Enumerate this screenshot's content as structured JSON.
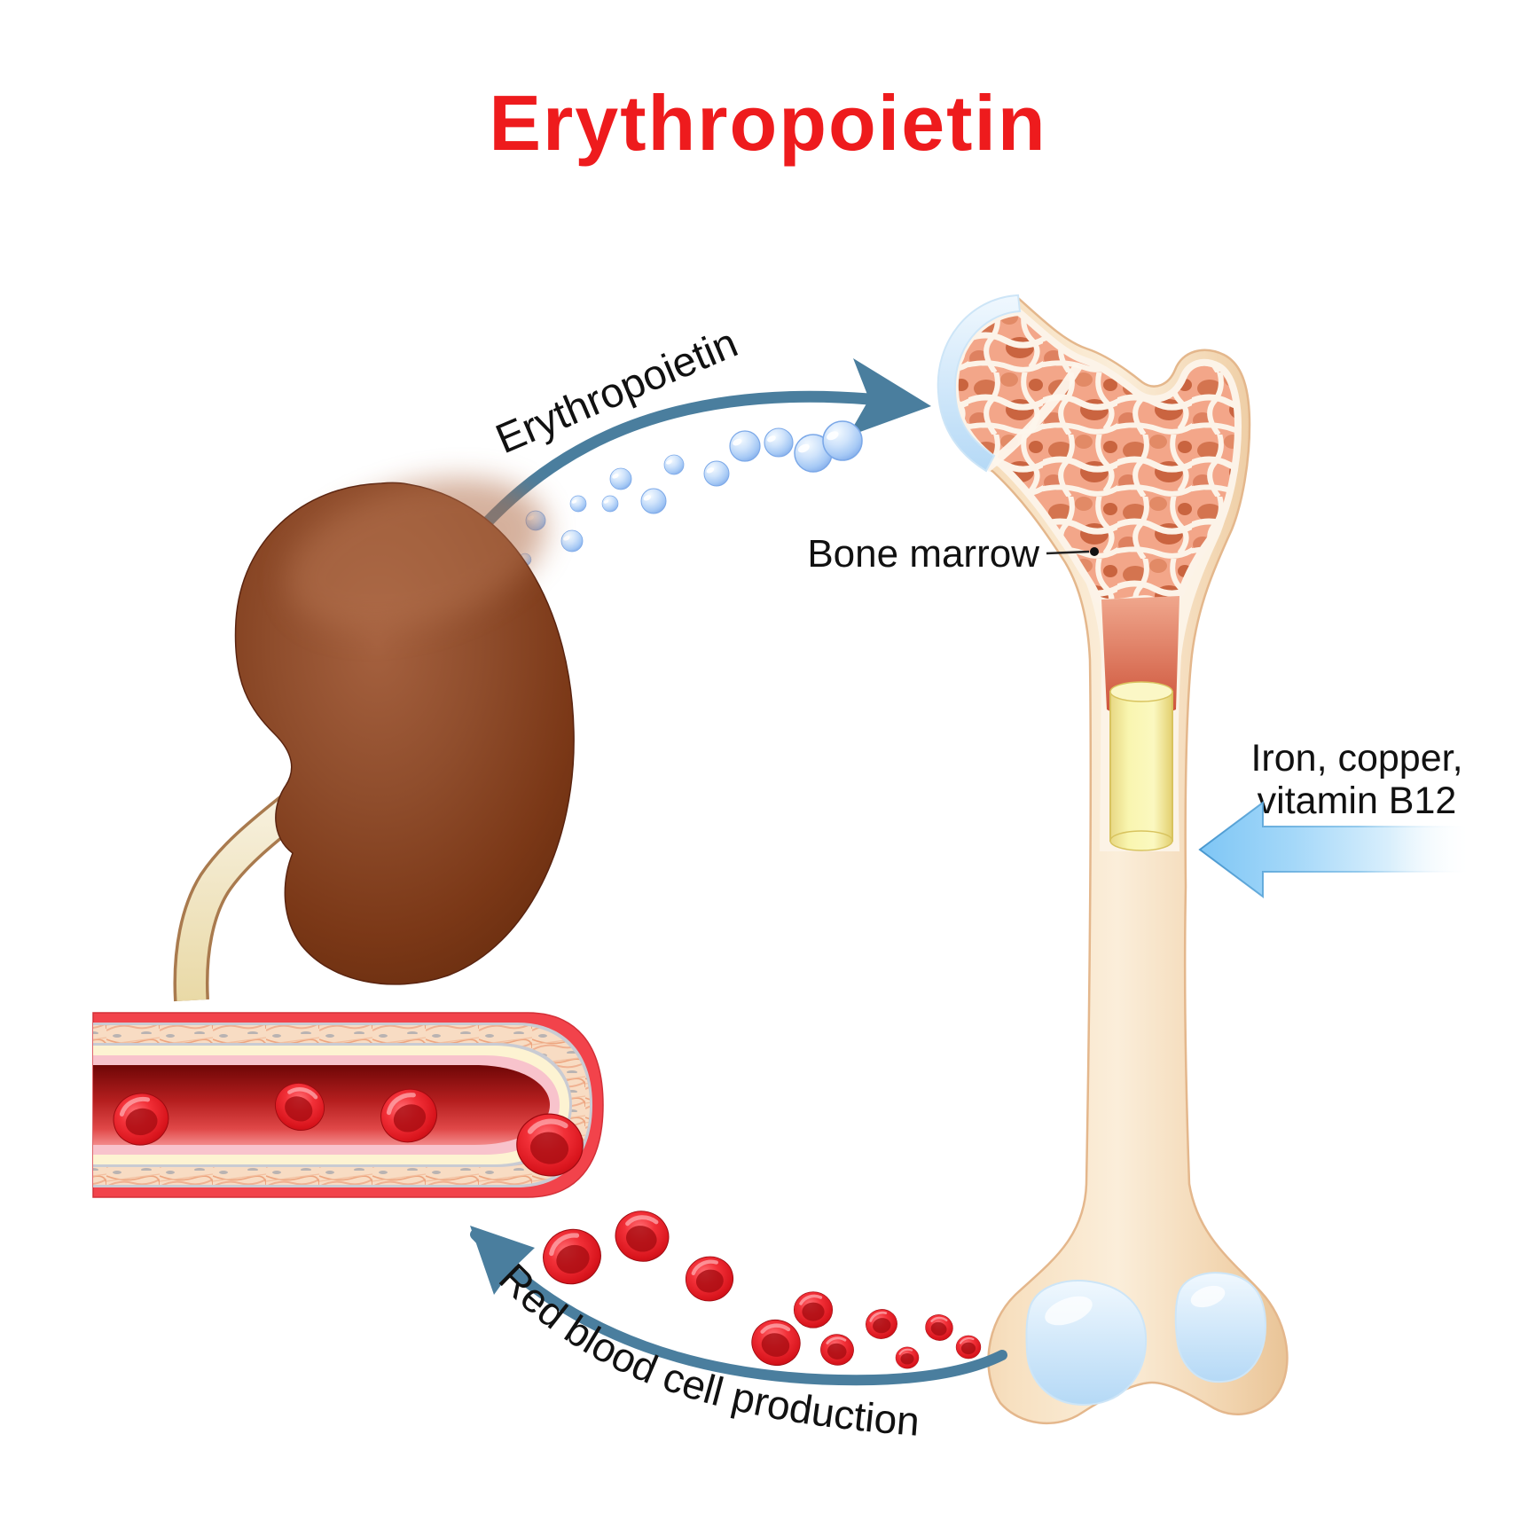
{
  "title": {
    "text": "Erythropoietin",
    "color": "#ee1b1d"
  },
  "labels": {
    "epo_arrow": "Erythropoietin",
    "bone_marrow": "Bone marrow",
    "nutrients_line1": "Iron, copper,",
    "nutrients_line2": "vitamin B12",
    "rbc_production": "Red blood cell production"
  },
  "figures": {
    "kidney": "kidney-illustration",
    "ureter": "ureter-illustration",
    "femur": "femur-bone-cross-section",
    "bone_marrow": "trabecular-bone-marrow",
    "red_marrow": "red-marrow",
    "yellow_marrow": "yellow-marrow-cylinder",
    "cartilage": "cartilage-caps",
    "blood_vessel": "blood-vessel-cross-section",
    "red_blood_cells": "red-blood-cells",
    "epo_droplets": "erythropoietin-droplets"
  },
  "colors": {
    "title_red": "#ee1b1d",
    "arrow_steel_blue": "#4a7e9e",
    "nutrient_arrow_blue": "#8dcef7",
    "droplet_blue": "#a9ccf4",
    "kidney_brown": "#8a4528",
    "bone_cream": "#f5ddc0",
    "marrow_salmon": "#f2a285",
    "red_marrow": "#d75f46",
    "yellow_marrow": "#f8f4a6",
    "vessel_red": "#f2434b",
    "rbc_red": "#e31e24",
    "label_black": "#111111",
    "background": "#ffffff"
  }
}
